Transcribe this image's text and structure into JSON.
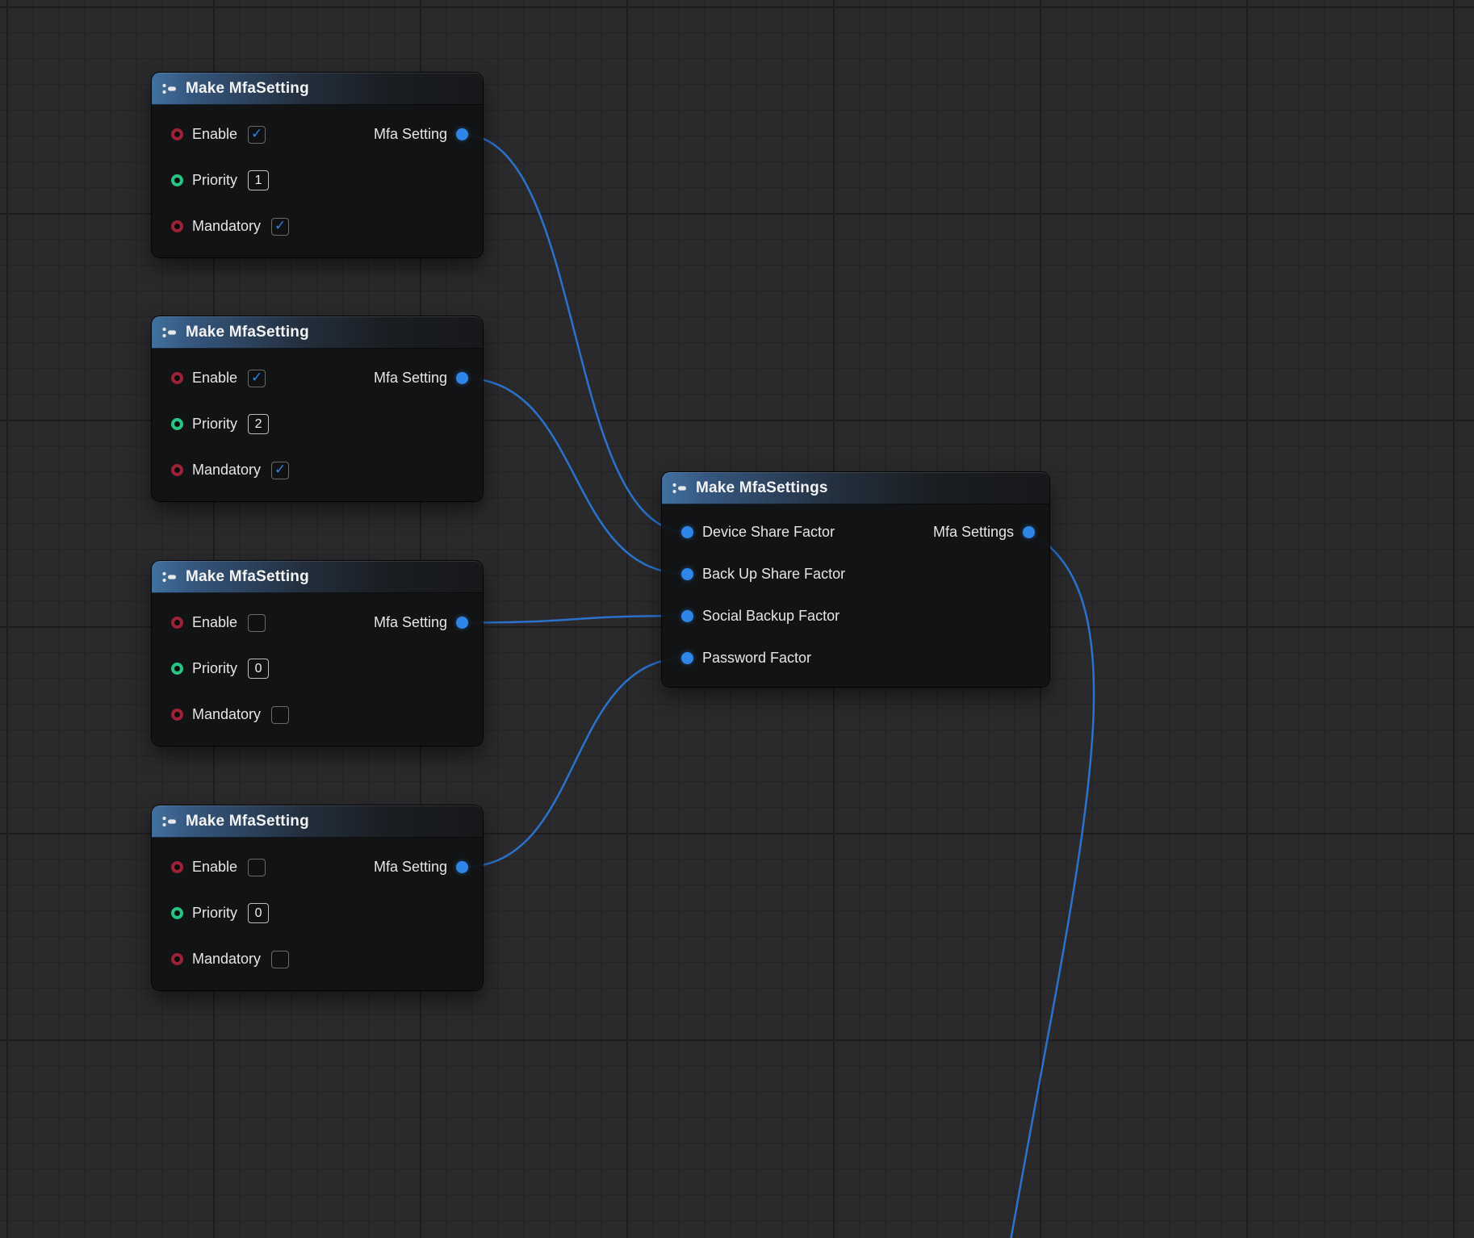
{
  "canvas": {
    "background": "#2a2a2c"
  },
  "colors": {
    "wire": "#2a72cc",
    "pin_bool": "#9e2138",
    "pin_int": "#27c583",
    "pin_struct": "#2e86e8",
    "check": "#2e86e8"
  },
  "nodes": [
    {
      "title": "Make MfaSetting",
      "pins": {
        "enable": {
          "label": "Enable",
          "checked": true,
          "mark": "✓"
        },
        "priority": {
          "label": "Priority",
          "value": "1"
        },
        "mandatory": {
          "label": "Mandatory",
          "checked": true,
          "mark": "✓"
        },
        "output": {
          "label": "Mfa Setting"
        }
      }
    },
    {
      "title": "Make MfaSetting",
      "pins": {
        "enable": {
          "label": "Enable",
          "checked": true,
          "mark": "✓"
        },
        "priority": {
          "label": "Priority",
          "value": "2"
        },
        "mandatory": {
          "label": "Mandatory",
          "checked": true,
          "mark": "✓"
        },
        "output": {
          "label": "Mfa Setting"
        }
      }
    },
    {
      "title": "Make MfaSetting",
      "pins": {
        "enable": {
          "label": "Enable",
          "checked": false,
          "mark": ""
        },
        "priority": {
          "label": "Priority",
          "value": "0"
        },
        "mandatory": {
          "label": "Mandatory",
          "checked": false,
          "mark": ""
        },
        "output": {
          "label": "Mfa Setting"
        }
      }
    },
    {
      "title": "Make MfaSetting",
      "pins": {
        "enable": {
          "label": "Enable",
          "checked": false,
          "mark": ""
        },
        "priority": {
          "label": "Priority",
          "value": "0"
        },
        "mandatory": {
          "label": "Mandatory",
          "checked": false,
          "mark": ""
        },
        "output": {
          "label": "Mfa Setting"
        }
      }
    }
  ],
  "settings_node": {
    "title": "Make MfaSettings",
    "inputs": [
      {
        "label": "Device Share Factor"
      },
      {
        "label": "Back Up Share Factor"
      },
      {
        "label": "Social Backup Factor"
      },
      {
        "label": "Password Factor"
      }
    ],
    "output": {
      "label": "Mfa Settings"
    }
  },
  "connections": [
    {
      "from": "node0-output",
      "to": "settings-input-0"
    },
    {
      "from": "node1-output",
      "to": "settings-input-1"
    },
    {
      "from": "node2-output",
      "to": "settings-input-2"
    },
    {
      "from": "node3-output",
      "to": "settings-input-3"
    },
    {
      "from": "settings-output",
      "to": "offscreen-bottom"
    }
  ]
}
